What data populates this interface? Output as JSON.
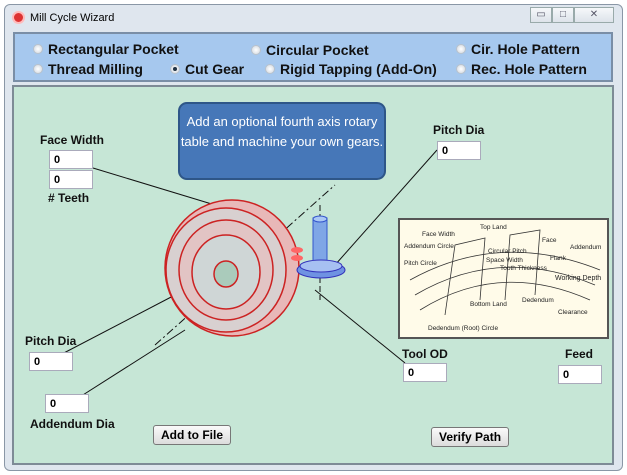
{
  "window": {
    "title": "Mill Cycle Wizard",
    "minimize": "▭",
    "maximize": "□",
    "close": "✕"
  },
  "cycles": [
    {
      "label": "Rectangular Pocket",
      "selected": false
    },
    {
      "label": "Circular Pocket",
      "selected": false
    },
    {
      "label": "Cir. Hole Pattern",
      "selected": false
    },
    {
      "label": "Thread Milling",
      "selected": false
    },
    {
      "label": "Cut Gear",
      "selected": true
    },
    {
      "label": "Rigid Tapping (Add-On)",
      "selected": false
    },
    {
      "label": "Rec. Hole Pattern",
      "selected": false
    }
  ],
  "callout": "Add an optional fourth axis rotary table and machine your own gears.",
  "fields": {
    "face_width": {
      "label": "Face Width",
      "value": "0"
    },
    "teeth": {
      "label": "# Teeth",
      "value": "0"
    },
    "pitch_dia_right": {
      "label": "Pitch Dia",
      "value": "0"
    },
    "pitch_dia_left": {
      "label": "Pitch Dia",
      "value": "0"
    },
    "addendum_dia": {
      "label": "Addendum Dia",
      "value": "0"
    },
    "tool_od": {
      "label": "Tool OD",
      "value": "0"
    },
    "feed": {
      "label": "Feed",
      "value": "0"
    }
  },
  "diagram_labels": [
    "Top Land",
    "Face Width",
    "Addendum Circle",
    "Pitch Circle",
    "Circular Pitch",
    "Space Width",
    "Tooth Thickness",
    "Face",
    "Flank",
    "Addendum",
    "Working Depth",
    "Bottom Land",
    "Dedendum",
    "Clearance",
    "Dedendum (Root) Circle"
  ],
  "buttons": {
    "add_to_file": "Add to File",
    "verify_path": "Verify Path"
  }
}
